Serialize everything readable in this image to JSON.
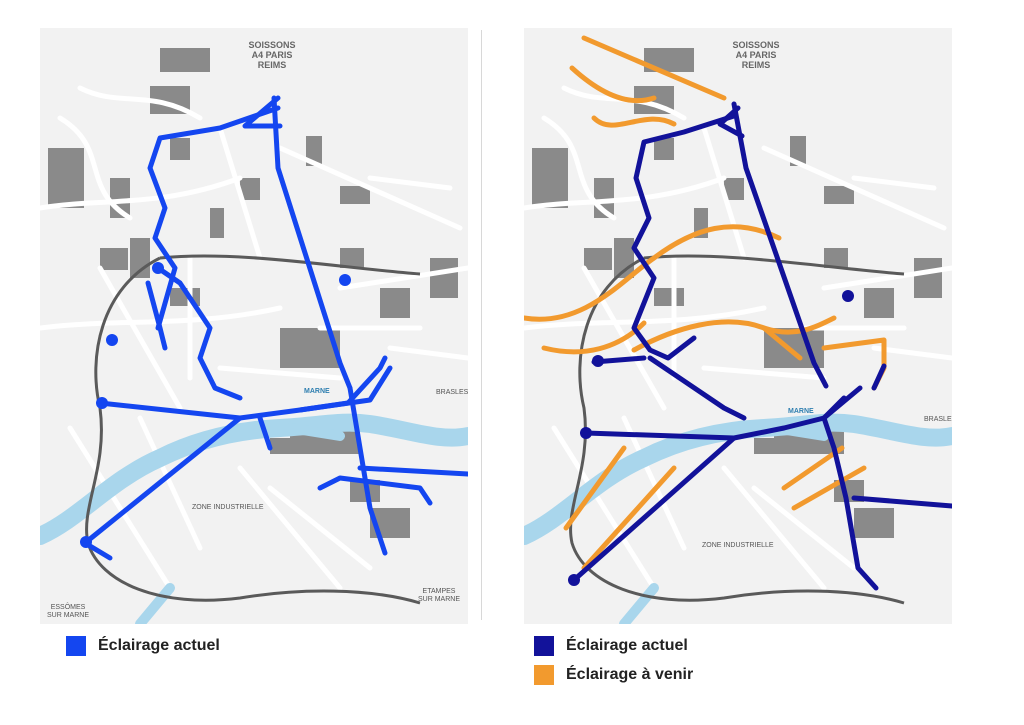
{
  "colors": {
    "current_left": "#1446f0",
    "current_right": "#12129a",
    "future": "#f29a2e",
    "river": "#a9d6ec",
    "block": "#8a8a8a",
    "road": "#ffffff",
    "ring": "#5a5a5a"
  },
  "places": {
    "north": "SOISSONS A4 PARIS REIMS",
    "marne": "MARNE",
    "zone": "ZONE INDUSTRIELLE",
    "brasles": "BRASLES",
    "essomes": "ESSÔMES SUR MARNE",
    "etampes": "ETAMPES SUR MARNE"
  },
  "legend": {
    "left": [
      {
        "label": "Éclairage actuel",
        "color": "#1446f0"
      }
    ],
    "right": [
      {
        "label": "Éclairage actuel",
        "color": "#12129a"
      },
      {
        "label": "Éclairage à venir",
        "color": "#f29a2e"
      }
    ]
  }
}
